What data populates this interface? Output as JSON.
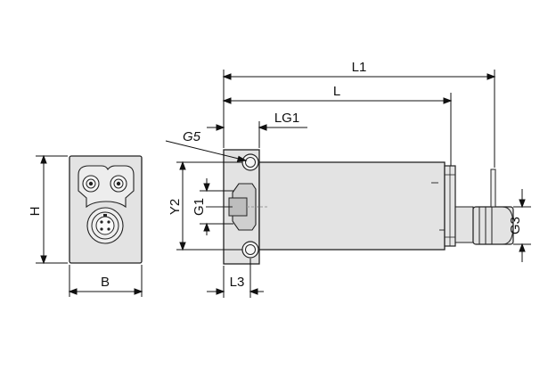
{
  "labels": {
    "H": "H",
    "B": "B",
    "L1": "L1",
    "L": "L",
    "LG1": "LG1",
    "G5": "G5",
    "Y2": "Y2",
    "G1": "G1",
    "L3": "L3",
    "G3": "G3"
  },
  "colors": {
    "body_fill": "#e3e3e3",
    "outline": "#222222",
    "line": "#111111",
    "background": "#ffffff"
  }
}
